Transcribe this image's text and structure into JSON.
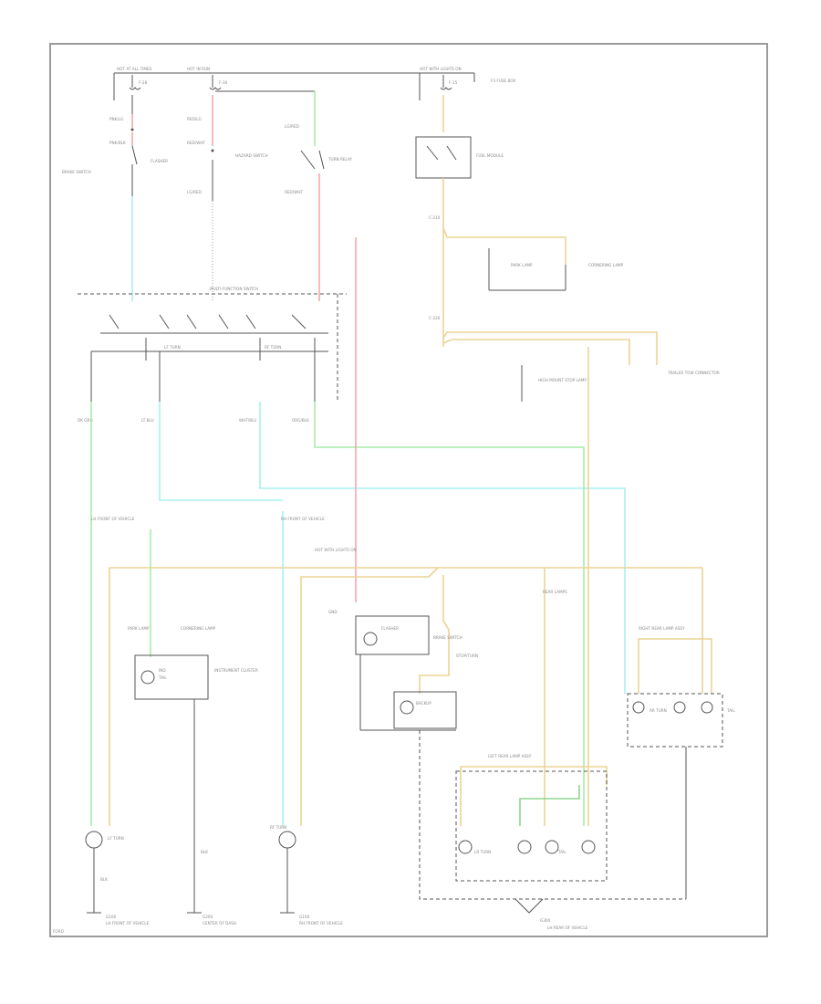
{
  "diagram": {
    "labels": {
      "fuse_1": "F-28",
      "fuse_2": "F-30",
      "fuse_3": "F-15",
      "fuse_note": "F3 FUSE BOX",
      "hot_at_all_times": "HOT AT ALL TIMES",
      "hot_in_run": "HOT IN RUN",
      "hot_with_lights": "HOT WITH LIGHTS ON",
      "pnk_lg": "PNK/LG",
      "pnk_blk": "PNK/BLK",
      "red_lg": "RED/LG",
      "red_wht": "RED/WHT",
      "lg_red": "LG/RED",
      "flasher": "FLASHER",
      "hazard_sw": "HAZARD SWITCH",
      "brake_sw": "BRAKE SWITCH",
      "turn_relay": "TURN RELAY",
      "fuel_module": "FUEL MODULE",
      "c_junction_1": "C-210",
      "c_junction_2": "C-220",
      "park_lamp": "PARK LAMP",
      "cornering": "CORNERING LAMP",
      "multifunction_switch": "MULTI-FUNCTION SWITCH",
      "lf_turn": "LF TURN",
      "rf_turn": "RF TURN",
      "lr_turn": "LR TURN",
      "rr_turn": "RR TURN",
      "dk_grn": "DK GRN",
      "lt_blu": "LT BLU",
      "wht_blu": "WHT/BLU",
      "org_blk": "ORG/BLK",
      "blk": "BLK",
      "gnd": "GND",
      "g100": "G100",
      "g200": "G200",
      "g300": "G300",
      "lh_front": "LH FRONT OF VEHICLE",
      "center_dash": "CENTER OF DASH",
      "rh_front": "RH FRONT OF VEHICLE",
      "rear_lamps": "REAR LAMPS",
      "high_mount": "HIGH MOUNT STOP LAMP",
      "trailer": "TRAILER TOW CONNECTOR",
      "left_rear_assy": "LEFT REAR LAMP ASSY",
      "right_rear_assy": "RIGHT REAR LAMP ASSY",
      "stop_turn": "STOP/TURN",
      "tail": "TAIL",
      "backup": "BACKUP",
      "ind": "IND",
      "cluster": "INSTRUMENT CLUSTER",
      "lh_rear": "LH REAR OF VEHICLE",
      "page": "FORD"
    }
  }
}
